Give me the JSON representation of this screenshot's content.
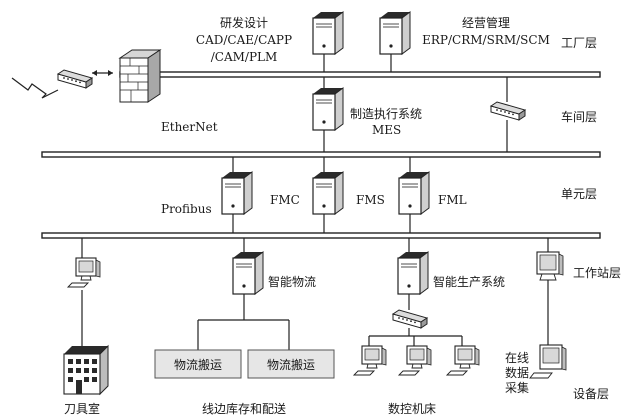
{
  "labels": {
    "rnd": [
      "研发设计",
      "CAD/CAE/CAPP",
      "/CAM/PLM"
    ],
    "biz": [
      "经营管理",
      "ERP/CRM/SRM/SCM"
    ],
    "mes": [
      "制造执行系统",
      "MES"
    ],
    "ethernet": "EtherNet",
    "profibus": "Profibus",
    "fmc": "FMC",
    "fms": "FMS",
    "fml": "FML",
    "smart_logistics": "智能物流",
    "smart_production": "智能生产系统",
    "tool_room": "刀具室",
    "logistics_a": "物流搬运",
    "logistics_b": "物流搬运",
    "line_storage": "线边库存和配送",
    "cnc": "数控机床",
    "online_collect": [
      "在线",
      "数据",
      "采集"
    ]
  },
  "layers": {
    "factory": "工厂层",
    "workshop": "车间层",
    "unit": "单元层",
    "workstation": "工作站层",
    "device": "设备层"
  }
}
